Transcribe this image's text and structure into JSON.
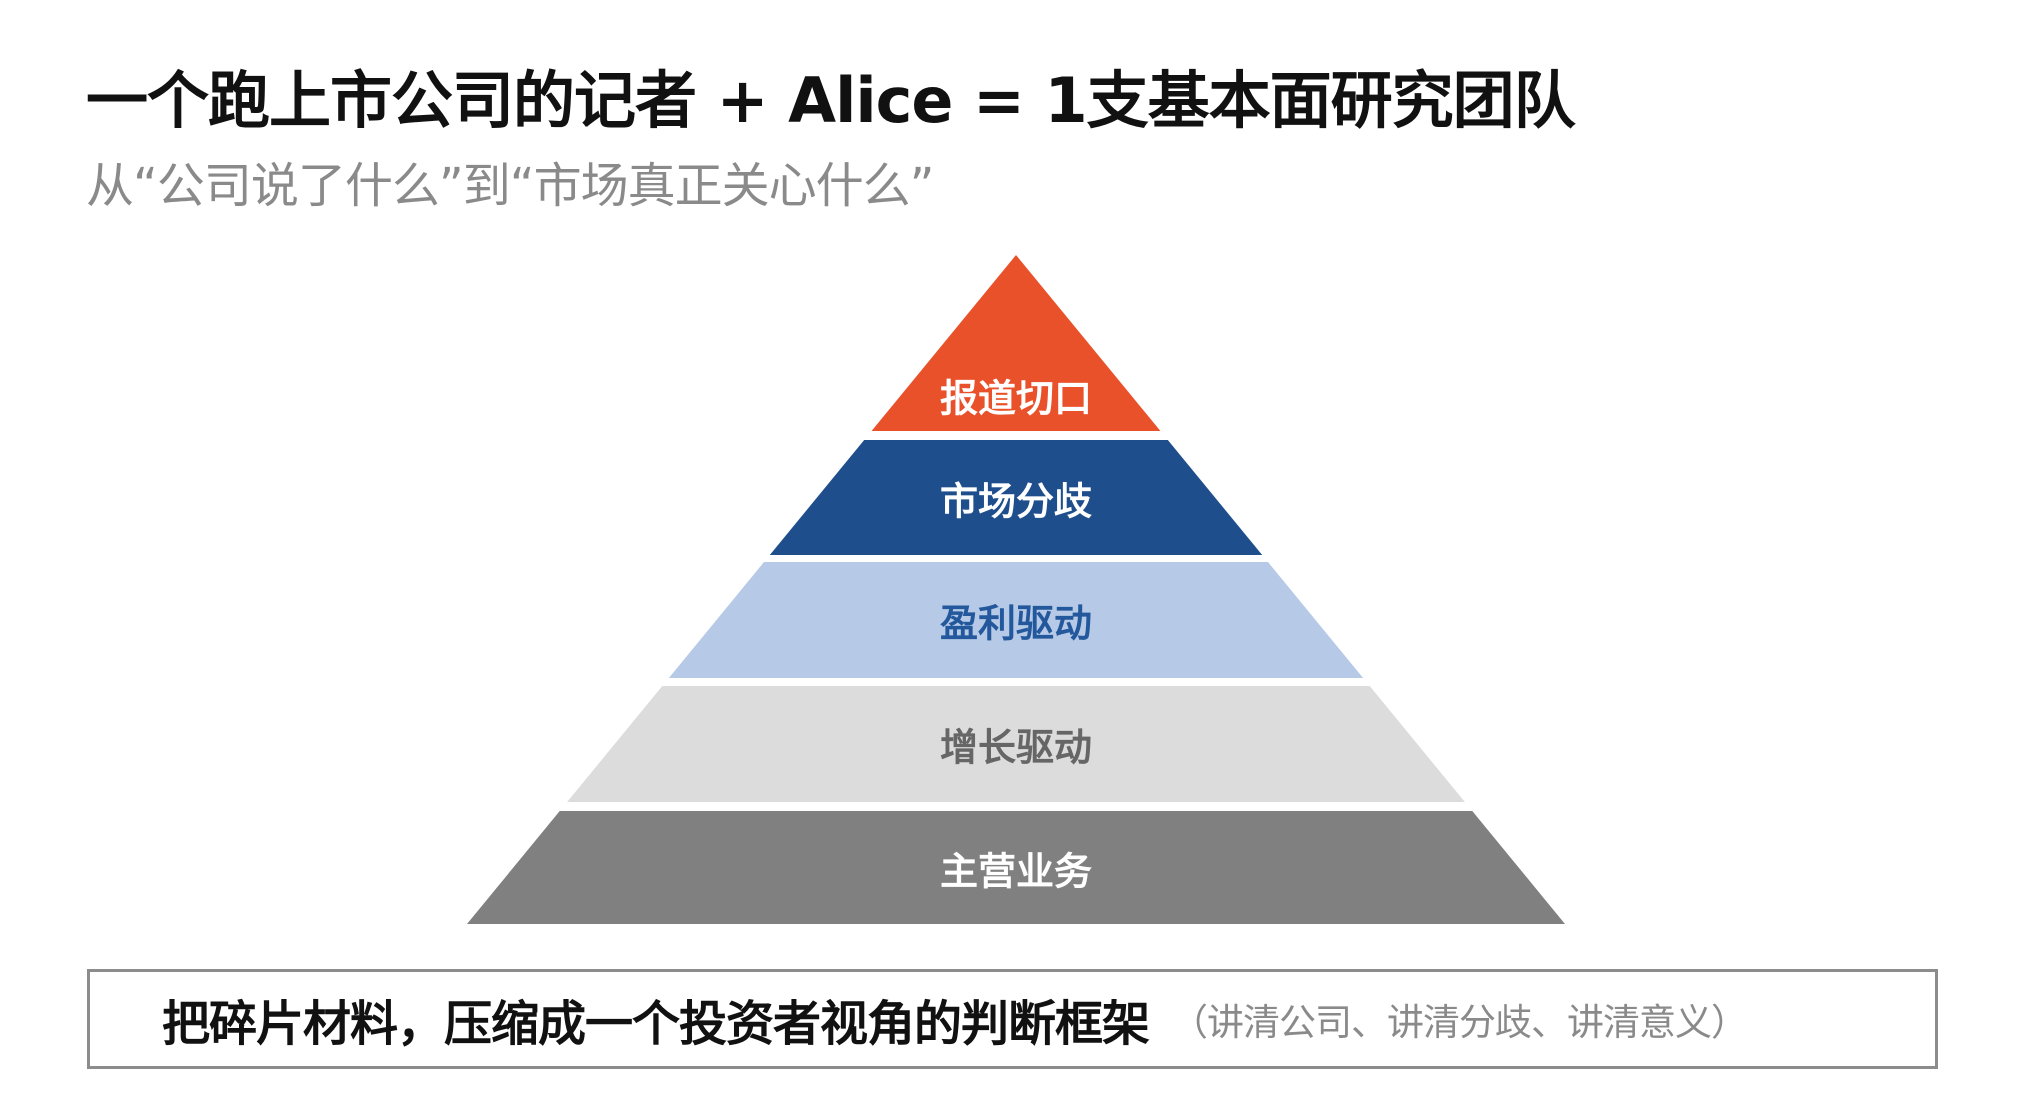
{
  "header": {
    "title": "一个跑上市公司的记者 + Alice = 1支基本面研究团队",
    "subtitle": "从“公司说了什么”到“市场真正关心什么”"
  },
  "pyramid": {
    "tiers": [
      {
        "label": "报道切口",
        "fill": "#e8512a",
        "text_color": "#ffffff"
      },
      {
        "label": "市场分歧",
        "fill": "#1f4e8c",
        "text_color": "#ffffff"
      },
      {
        "label": "盈利驱动",
        "fill": "#b6c9e6",
        "text_color": "#24589c"
      },
      {
        "label": "增长驱动",
        "fill": "#dcdcdc",
        "text_color": "#666666"
      },
      {
        "label": "主营业务",
        "fill": "#808080",
        "text_color": "#ffffff"
      }
    ]
  },
  "summary": {
    "main": "把碎片材料，压缩成一个投资者视角的判断框架",
    "note": "（讲清公司、讲清分歧、讲清意义）"
  }
}
